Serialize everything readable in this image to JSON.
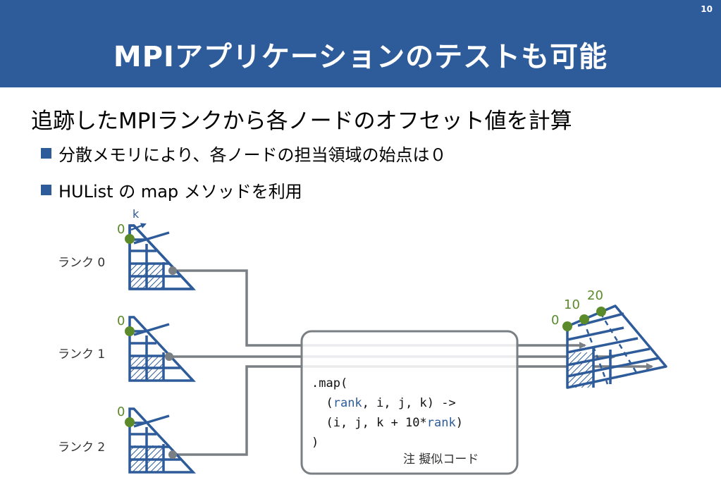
{
  "slide": {
    "number": "10",
    "title": "MPIアプリケーションのテストも可能"
  },
  "content": {
    "lead": "追跡したMPIランクから各ノードのオフセット値を計算",
    "bullets": [
      "分散メモリにより、各ノードの担当領域の始点は０",
      "HUList の map メソッドを利用"
    ]
  },
  "diagram": {
    "ranks": [
      {
        "label": "ランク 0",
        "offset": "0"
      },
      {
        "label": "ランク 1",
        "offset": "0"
      },
      {
        "label": "ランク 2",
        "offset": "0"
      }
    ],
    "axis_label": "k",
    "target_offsets": [
      "0",
      "10",
      "20"
    ],
    "code": {
      "line1": ".map(",
      "line2_a": "  (",
      "line2_rank": "rank",
      "line2_b": ", i, j, k) ->",
      "line3_a": "  (i, j, k + 10*",
      "line3_rank": "rank",
      "line3_b": ")",
      "line4": ")"
    },
    "note": "注 擬似コード",
    "colors": {
      "header": "#2e5b99",
      "grid": "#2e5b99",
      "dot": "#5a8a2a",
      "arrow": "#7a7f84"
    }
  }
}
